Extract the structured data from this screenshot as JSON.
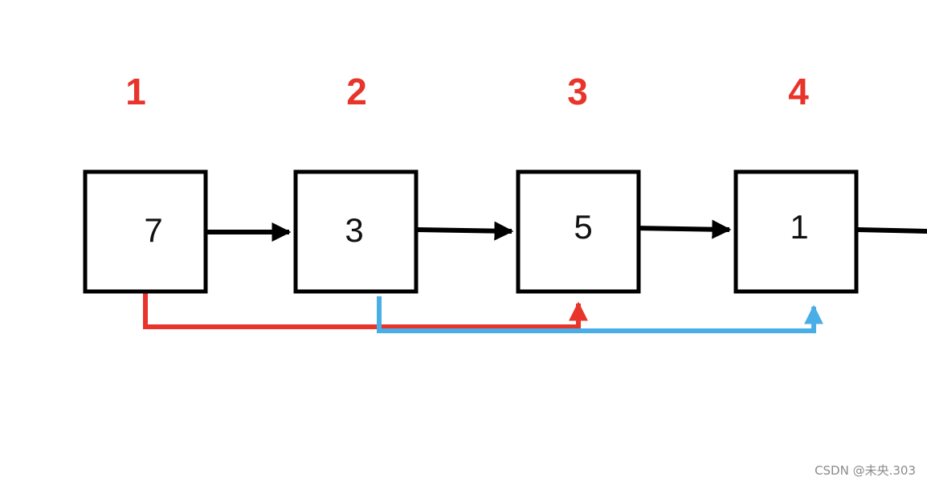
{
  "colors": {
    "index_label": "#e8342a",
    "node_border": "#000000",
    "link_arrow": "#000000",
    "skip_link_red": "#e8342a",
    "skip_link_blue": "#4aaee6"
  },
  "index_labels": [
    "1",
    "2",
    "3",
    "4"
  ],
  "nodes": [
    {
      "value": "7"
    },
    {
      "value": "3"
    },
    {
      "value": "5"
    },
    {
      "value": "1"
    }
  ],
  "skip_links": [
    {
      "from_node": "1",
      "to_node": "3",
      "color": "#e8342a"
    },
    {
      "from_node": "2",
      "to_node": "4",
      "color": "#4aaee6"
    }
  ],
  "trailing_link": true,
  "watermark": "CSDN @未央.303"
}
